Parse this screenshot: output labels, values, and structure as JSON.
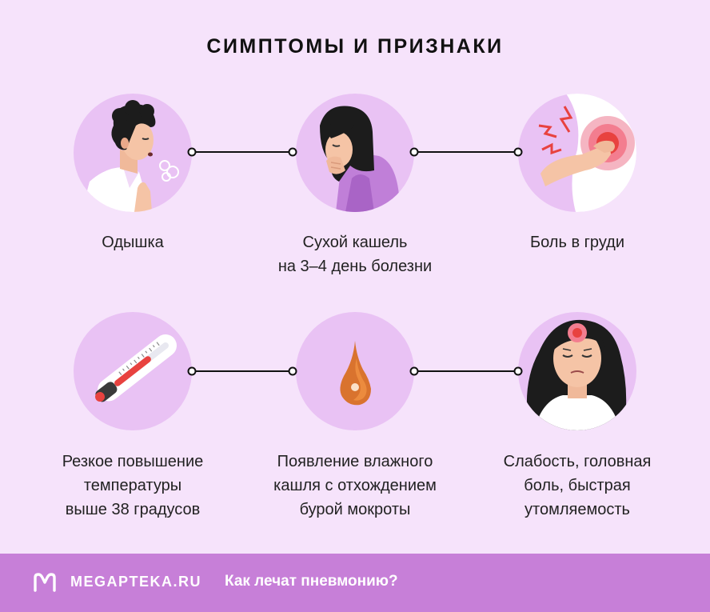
{
  "title": "СИМПТОМЫ И ПРИЗНАКИ",
  "symptoms": [
    {
      "label_lines": [
        "Одышка"
      ],
      "icon": "breathing-man-icon"
    },
    {
      "label_lines": [
        "Сухой кашель",
        "на 3–4 день болезни"
      ],
      "icon": "coughing-woman-icon"
    },
    {
      "label_lines": [
        "Боль в груди"
      ],
      "icon": "chest-pain-icon"
    },
    {
      "label_lines": [
        "Резкое повышение",
        "температуры",
        "выше 38 градусов"
      ],
      "icon": "thermometer-icon"
    },
    {
      "label_lines": [
        "Появление влажного",
        "кашля с отхождением",
        "бурой мокроты"
      ],
      "icon": "phlegm-drop-icon"
    },
    {
      "label_lines": [
        "Слабость, головная",
        "боль, быстрая",
        "утомляемость"
      ],
      "icon": "tired-woman-icon"
    }
  ],
  "footer": {
    "brand": "MEGAPTEKA.RU",
    "link": "Как лечат пневмонию?"
  },
  "colors": {
    "background": "#f6e3fb",
    "circle": "#e9c2f4",
    "footer": "#c77fd8",
    "accent_red": "#e8423f"
  }
}
